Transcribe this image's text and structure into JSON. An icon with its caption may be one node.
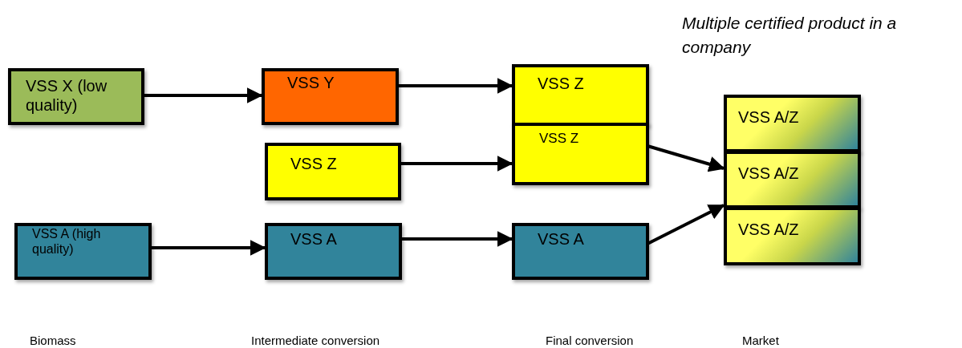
{
  "diagram": {
    "title": "Multiple certified product in a company",
    "nodes": [
      {
        "text": [
          "VSS X (low quality)"
        ]
      },
      {
        "text": [
          "VSS Y"
        ]
      },
      {
        "text": [
          "VSS Z"
        ]
      },
      {
        "text": [
          "VSS Z"
        ]
      },
      {
        "text": [
          "VSS Z"
        ]
      },
      {
        "text": [
          "VSS A (high quality)"
        ]
      },
      {
        "text": [
          "VSS A"
        ]
      },
      {
        "text": [
          "VSS A"
        ]
      },
      {
        "text": [
          "VSS A/Z"
        ]
      },
      {
        "text": [
          "VSS A/Z"
        ]
      },
      {
        "text": [
          "VSS A/Z"
        ]
      }
    ],
    "edges": [
      {
        "from": 0,
        "to": 1,
        "arrow": "to"
      },
      {
        "from": 1,
        "to": 2,
        "arrow": "to"
      },
      {
        "from": 4,
        "to": 3,
        "arrow": "to"
      },
      {
        "from": 5,
        "to": 6,
        "arrow": "to"
      },
      {
        "from": 6,
        "to": 7,
        "arrow": "to"
      },
      {
        "from": 3,
        "to": 9,
        "arrow": "to"
      },
      {
        "from": 7,
        "to": 9,
        "arrow": "to"
      }
    ],
    "labels": [
      "Biomass",
      "Intermediate conversion",
      "Final conversion",
      "Market"
    ]
  }
}
